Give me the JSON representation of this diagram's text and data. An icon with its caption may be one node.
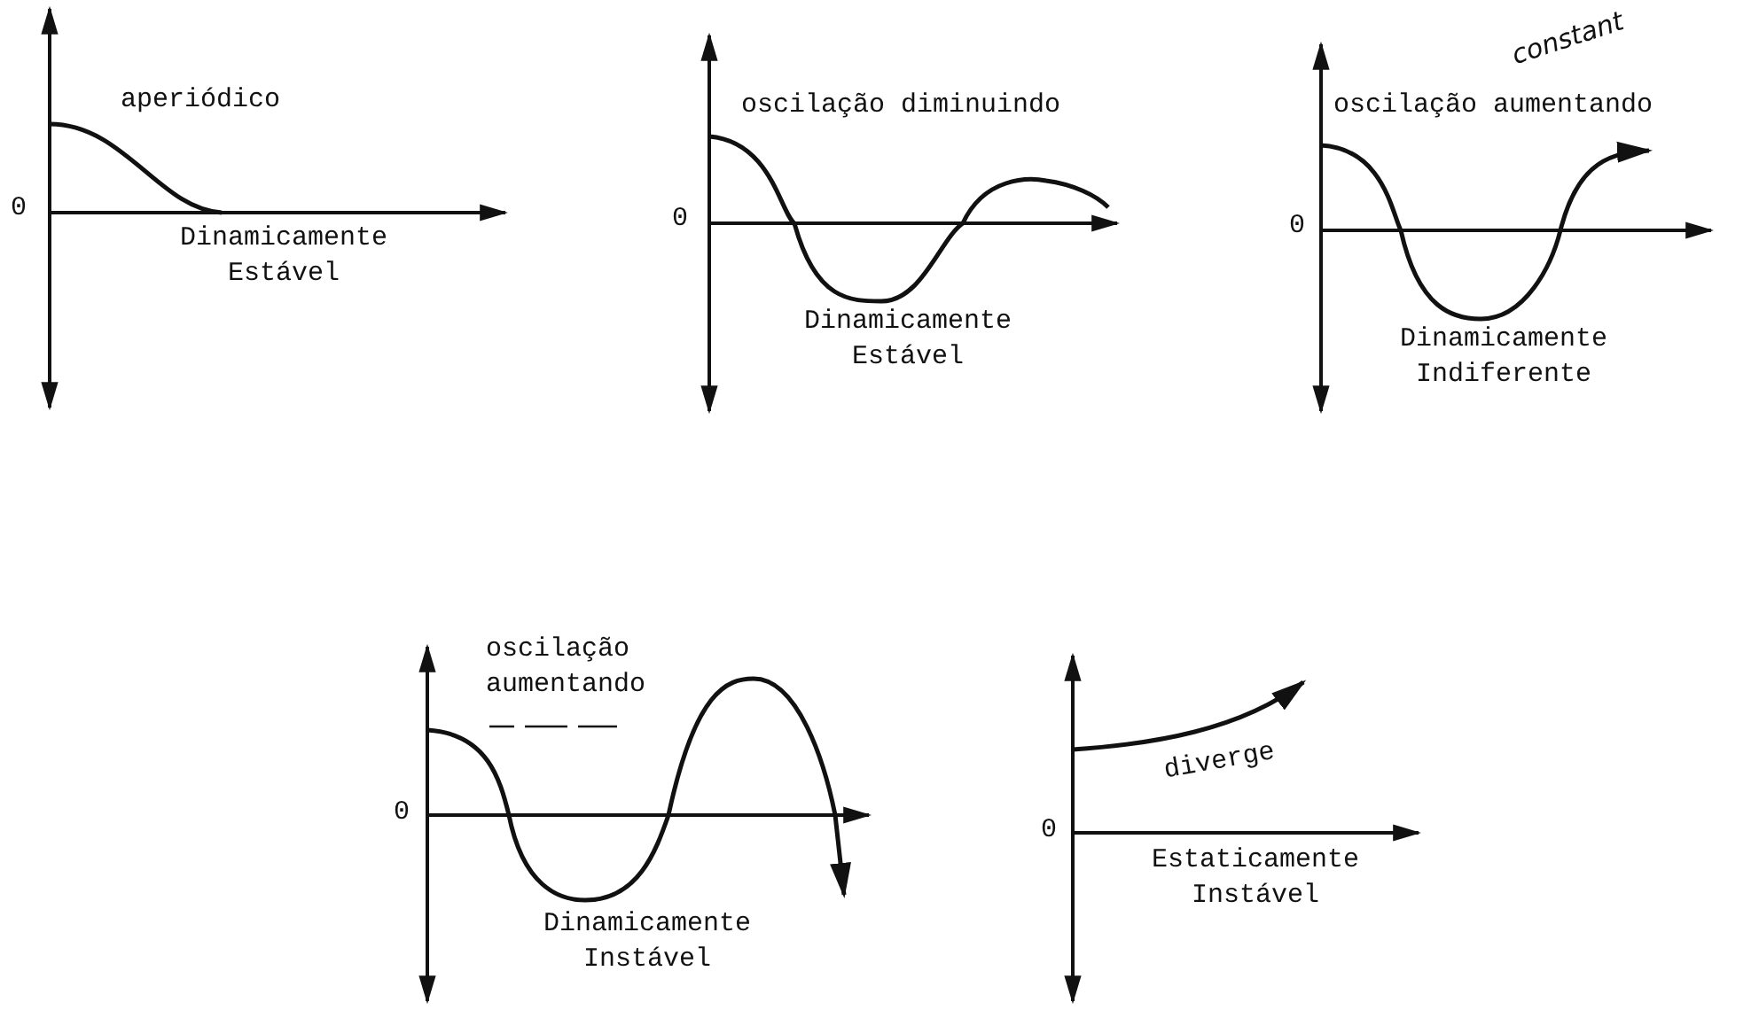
{
  "diagram": {
    "labels": [
      "aperiódico",
      "0",
      "Dinamicamente Estável",
      "oscilação diminuindo",
      "0",
      "Dinamicamente Estável",
      "constant",
      "oscilação aumentando",
      "0",
      "Dinamicamente Indiferente",
      "oscilação aumentando",
      "0",
      "Dinamicamente Instável",
      "diverge",
      "0",
      "Estaticamente Instável"
    ]
  }
}
